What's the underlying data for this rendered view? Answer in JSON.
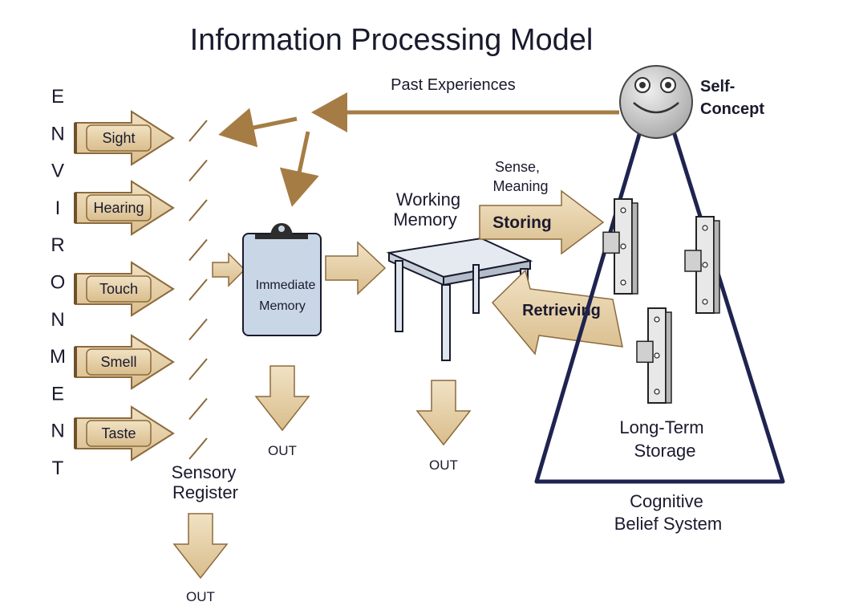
{
  "title": "Information Processing Model",
  "environment_letters": [
    "E",
    "N",
    "V",
    "I",
    "R",
    "O",
    "N",
    "M",
    "E",
    "N",
    "T"
  ],
  "senses": [
    "Sight",
    "Hearing",
    "Touch",
    "Smell",
    "Taste"
  ],
  "sensory_register": [
    "Sensory",
    "Register"
  ],
  "immediate_memory": [
    "Immediate",
    "Memory"
  ],
  "working_memory": [
    "Working",
    "Memory"
  ],
  "past_experiences": "Past Experiences",
  "self_concept": [
    "Self-",
    "Concept"
  ],
  "sense_meaning": [
    "Sense,",
    "Meaning"
  ],
  "storing": "Storing",
  "retrieving": "Retrieving",
  "long_term_storage": [
    "Long-Term",
    "Storage"
  ],
  "cognitive_belief_system": [
    "Cognitive",
    "Belief System"
  ],
  "out_label": "OUT",
  "colors": {
    "arrow_fill": "#e6cfa6",
    "arrow_stroke": "#8c6a3c",
    "flow_arrow": "#a67c45",
    "clipboard": "#c9d6e6",
    "face": "#c8c8c8",
    "text": "#1a1a2e"
  }
}
